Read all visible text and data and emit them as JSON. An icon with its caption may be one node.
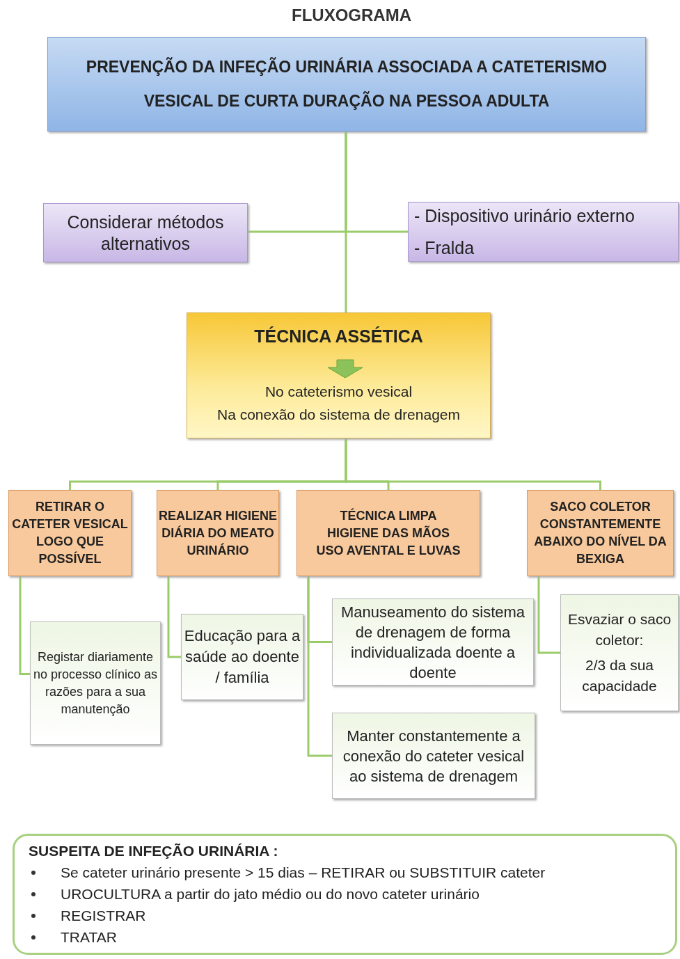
{
  "diagram": {
    "title": "FLUXOGRAMA",
    "nodes": [
      {
        "text": [
          "PREVENÇÃO DA INFEÇÃO URINÁRIA ASSOCIADA A CATETERISMO VESICAL DE CURTA DURAÇÃO NA PESSOA ADULTA"
        ]
      },
      {
        "text": [
          "Considerar métodos alternativos"
        ]
      },
      {
        "text": [
          "- Dispositivo urinário externo",
          "- Fralda"
        ]
      },
      {
        "text": [
          "TÉCNICA ASSÉTICA",
          "No cateterismo vesical",
          "Na conexão do sistema de drenagem"
        ]
      },
      {
        "text": [
          "RETIRAR O CATETER VESICAL LOGO QUE POSSÍVEL"
        ]
      },
      {
        "text": [
          "REALIZAR HIGIENE DIÁRIA DO MEATO URINÁRIO"
        ]
      },
      {
        "text": [
          "TÉCNICA LIMPA",
          "HIGIENE DAS  MÃOS",
          "USO AVENTAL E LUVAS"
        ]
      },
      {
        "text": [
          "SACO COLETOR CONSTANTEMENTE ABAIXO DO NÍVEL DA BEXIGA"
        ]
      },
      {
        "text": [
          "Registar diariamente no processo clínico as razões para a sua manutenção"
        ]
      },
      {
        "text": [
          "Educação para a saúde ao doente / família"
        ]
      },
      {
        "text": [
          "Manuseamento do sistema de drenagem de forma individualizada doente a doente"
        ]
      },
      {
        "text": [
          "Manter constantemente a conexão do cateter vesical ao sistema de drenagem"
        ]
      },
      {
        "text": [
          "Esvaziar o saco coletor:",
          "2/3 da sua capacidade"
        ]
      },
      {
        "text": [
          "SUSPEITA DE INFEÇÃO URINÁRIA :",
          "Se cateter urinário presente > 15 dias – RETIRAR ou SUBSTITUIR cateter",
          "UROCULTURA a partir do jato médio ou do novo cateter urinário",
          "REGISTRAR",
          "TRATAR"
        ]
      }
    ],
    "edges": [
      {
        "from": 0,
        "to": 3,
        "arrow": "none"
      },
      {
        "from": 0,
        "to": 1,
        "arrow": "none"
      },
      {
        "from": 0,
        "to": 2,
        "arrow": "none"
      },
      {
        "from": 3,
        "to": 4,
        "arrow": "none"
      },
      {
        "from": 3,
        "to": 5,
        "arrow": "none"
      },
      {
        "from": 3,
        "to": 6,
        "arrow": "none"
      },
      {
        "from": 3,
        "to": 7,
        "arrow": "none"
      },
      {
        "from": 4,
        "to": 8,
        "arrow": "none"
      },
      {
        "from": 5,
        "to": 9,
        "arrow": "none"
      },
      {
        "from": 6,
        "to": 10,
        "arrow": "none"
      },
      {
        "from": 6,
        "to": 11,
        "arrow": "none"
      },
      {
        "from": 7,
        "to": 12,
        "arrow": "none"
      }
    ]
  }
}
